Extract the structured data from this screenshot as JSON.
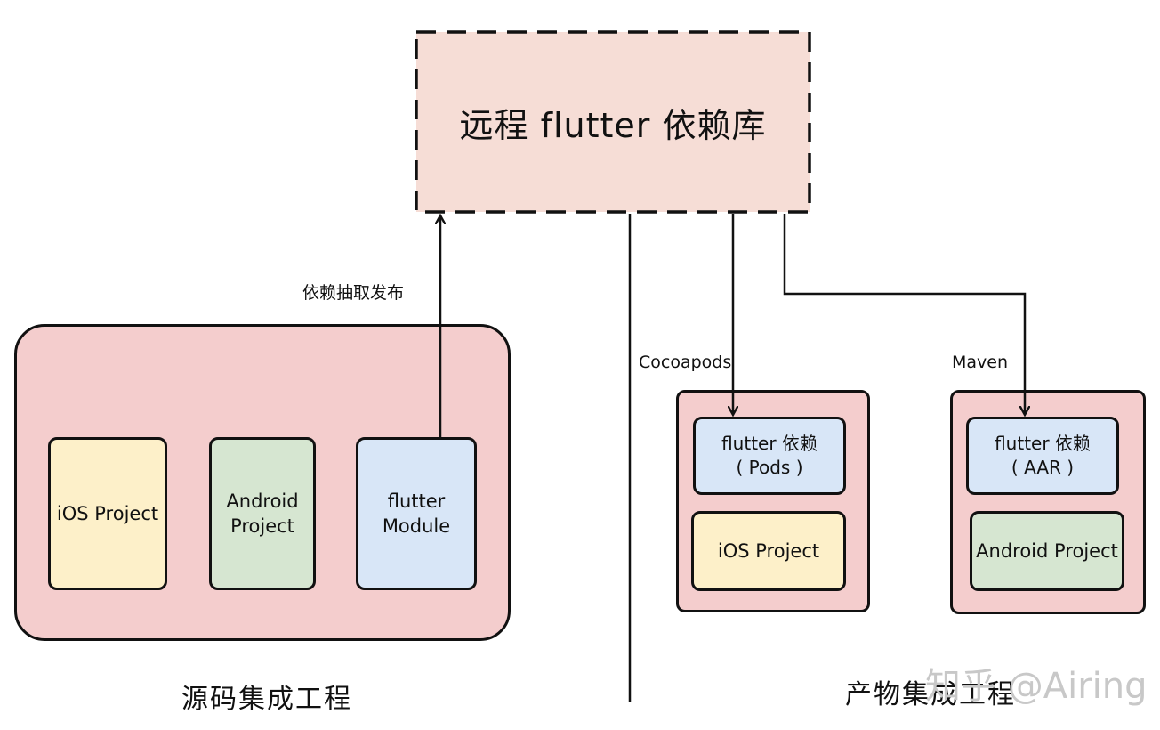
{
  "remote_repo": {
    "title": "远程 flutter 依赖库"
  },
  "source_integration": {
    "caption": "源码集成工程",
    "publish_label": "依赖抽取发布",
    "cards": [
      {
        "label": "iOS Project",
        "color": "#fdf0c9"
      },
      {
        "label": "Android\nProject",
        "color": "#d6e6d1"
      },
      {
        "label": "flutter\nModule",
        "color": "#d8e6f7"
      }
    ]
  },
  "artifact_integration": {
    "caption": "产物集成工程",
    "ios": {
      "channel_label": "Cocoapods",
      "dependency_label": "flutter 依赖\n( Pods )",
      "project_label": "iOS Project"
    },
    "android": {
      "channel_label": "Maven",
      "dependency_label": "flutter 依赖\n( AAR )",
      "project_label": "Android Project"
    }
  },
  "watermark": "知乎 @Airing",
  "colors": {
    "pink": "#f4cdcd",
    "salmon": "#f6ddd6",
    "yellow": "#fdf0c9",
    "green": "#d6e6d1",
    "blue": "#d8e6f7",
    "stroke": "#111111"
  }
}
